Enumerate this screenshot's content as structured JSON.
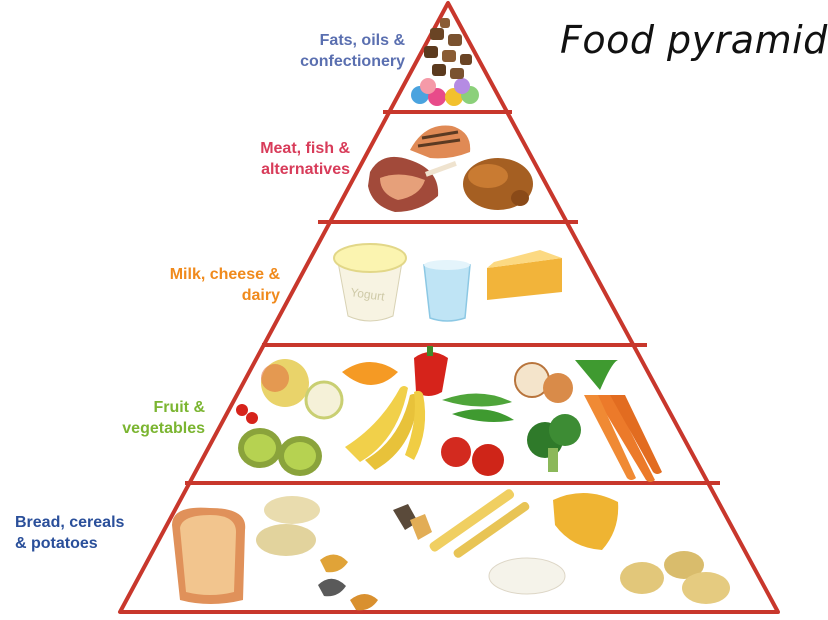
{
  "title": "Food pyramid",
  "tiers": [
    {
      "label": "Fats, oils &\nconfectionery",
      "color": "#5a6fb0"
    },
    {
      "label": "Meat, fish &\nalternatives",
      "color": "#d83c5a"
    },
    {
      "label": "Milk, cheese &\ndairy",
      "color": "#f08a1c"
    },
    {
      "label": "Fruit &\nvegetables",
      "color": "#7bb531"
    },
    {
      "label": "Bread, cereals\n& potatoes",
      "color": "#2a4f9a"
    }
  ],
  "food_items": {
    "yogurt_lid_text": "Yogurt"
  },
  "colors": {
    "pyramid_outline": "#c8372c",
    "background": "#ffffff"
  }
}
